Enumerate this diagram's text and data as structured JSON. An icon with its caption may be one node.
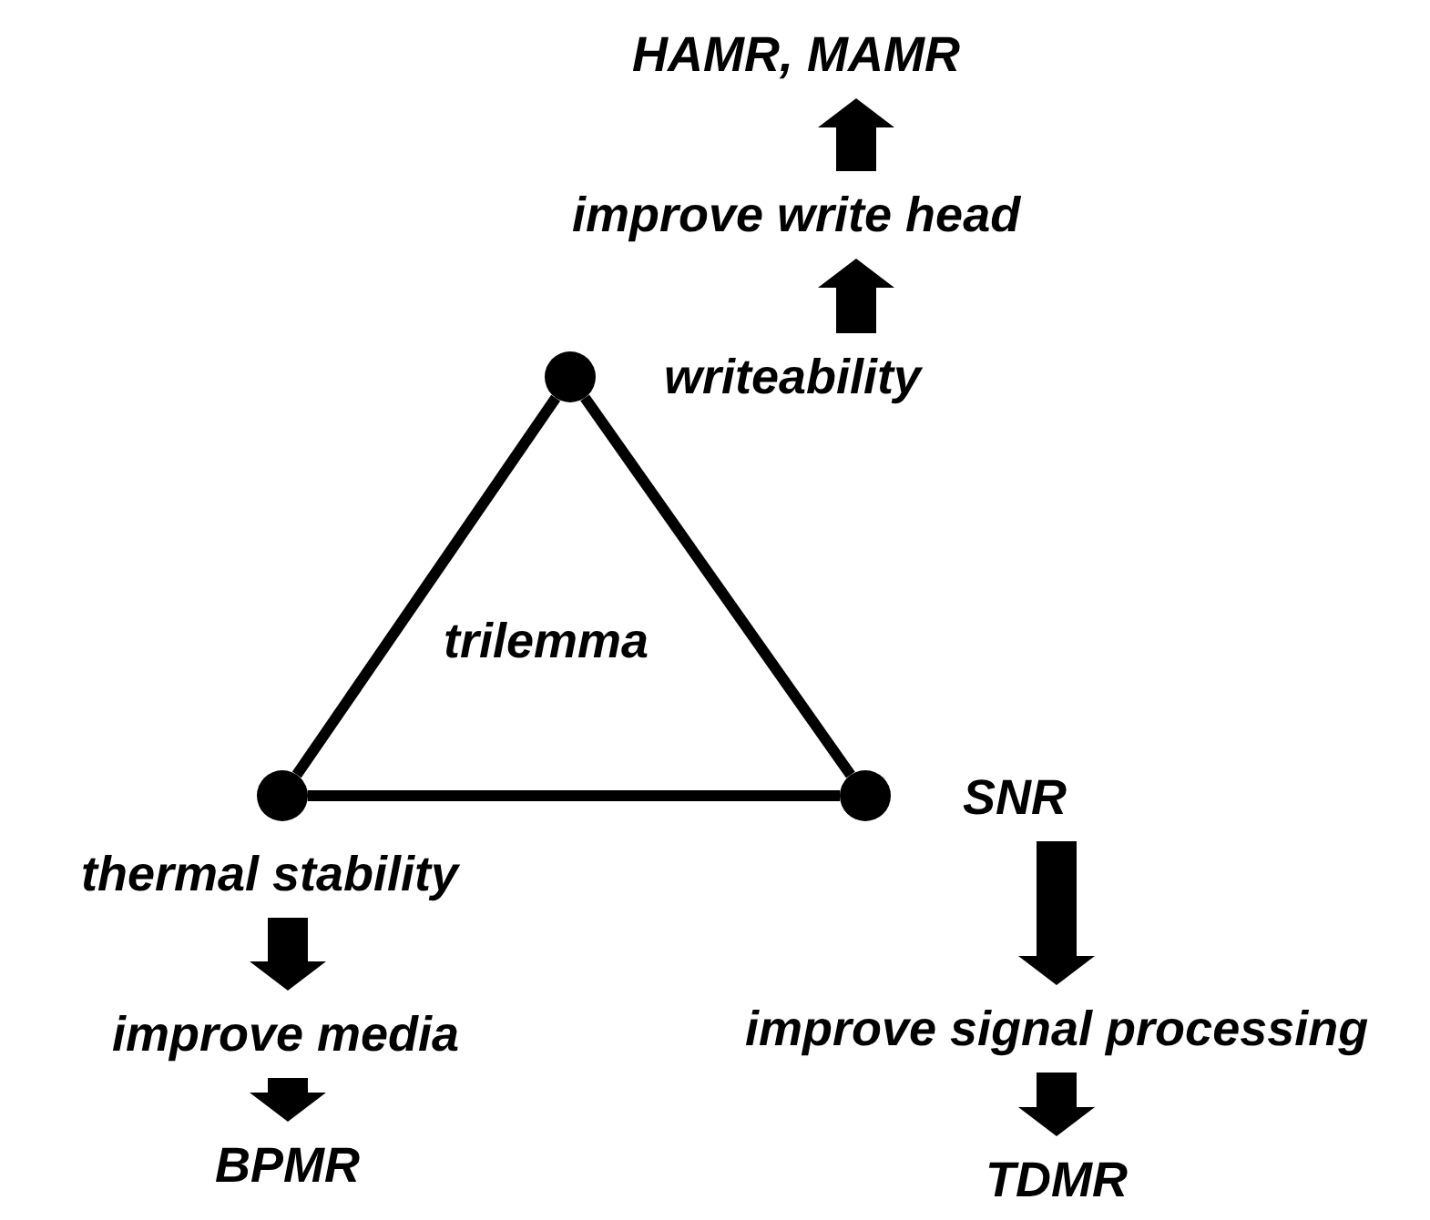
{
  "diagram": {
    "nodes": [
      {
        "text": [
          "HAMR, MAMR"
        ]
      },
      {
        "text": [
          "improve write head"
        ]
      },
      {
        "text": [
          "writeability"
        ]
      },
      {
        "text": [],
        "shape": "circle"
      },
      {
        "text": [],
        "shape": "circle"
      },
      {
        "text": [],
        "shape": "circle"
      },
      {
        "text": [
          "thermal stability"
        ]
      },
      {
        "text": [
          "SNR"
        ]
      },
      {
        "text": [
          "improve media"
        ]
      },
      {
        "text": [
          "improve signal processing"
        ]
      },
      {
        "text": [
          "BPMR"
        ]
      },
      {
        "text": [
          "TDMR"
        ]
      }
    ],
    "edges": [
      {
        "from": 2,
        "to": 1,
        "arrow": "to",
        "style": "thick"
      },
      {
        "from": 1,
        "to": 0,
        "arrow": "to",
        "style": "thick"
      },
      {
        "from": 3,
        "to": 4,
        "arrow": "none"
      },
      {
        "from": 3,
        "to": 5,
        "arrow": "none"
      },
      {
        "from": 4,
        "to": 5,
        "arrow": "none"
      },
      {
        "from": 6,
        "to": 8,
        "arrow": "to",
        "style": "thick"
      },
      {
        "from": 8,
        "to": 10,
        "arrow": "to",
        "style": "thick"
      },
      {
        "from": 7,
        "to": 9,
        "arrow": "to",
        "style": "thick"
      },
      {
        "from": 9,
        "to": 11,
        "arrow": "to",
        "style": "thick"
      }
    ],
    "labels": [
      "trilemma"
    ]
  }
}
